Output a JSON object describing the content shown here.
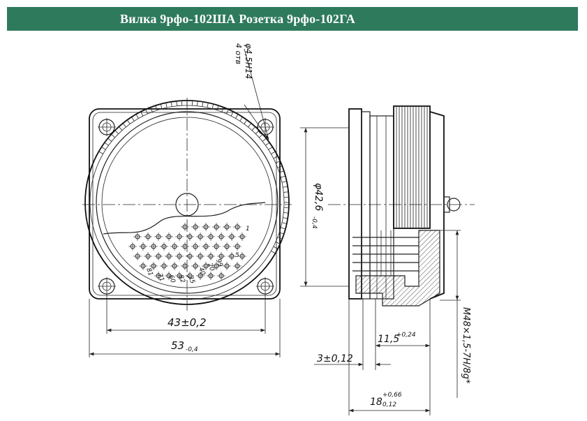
{
  "title": "Вилка 9рфо-102ША Розетка 9рфо-102ГА",
  "colors": {
    "title_bg": "#2e7a5d",
    "title_text": "#ffffff"
  },
  "dimensions": {
    "hole_dia": "φ4,5H14",
    "hole_count": "4 отв",
    "body_dia_main": "φ42,6",
    "body_dia_tol": "-0,4",
    "width_inner_main": "43±0,2",
    "width_outer_main": "53",
    "width_outer_tol": "-0,4",
    "depth_a_main": "11,5",
    "depth_a_tol": "+0,24",
    "depth_b": "3±0,12",
    "depth_c_main": "18",
    "depth_c_tol_upper": "+0,66",
    "depth_c_tol_lower": "0,12",
    "thread": "М48×1,5-7Н/8g*"
  },
  "pin_labels": {
    "p1": "1",
    "p5": "5",
    "p81": "81",
    "p71": "71",
    "p60": "60",
    "p82": "82",
    "p20": "20",
    "p35": "35",
    "p99": "99",
    "p40": "40"
  }
}
